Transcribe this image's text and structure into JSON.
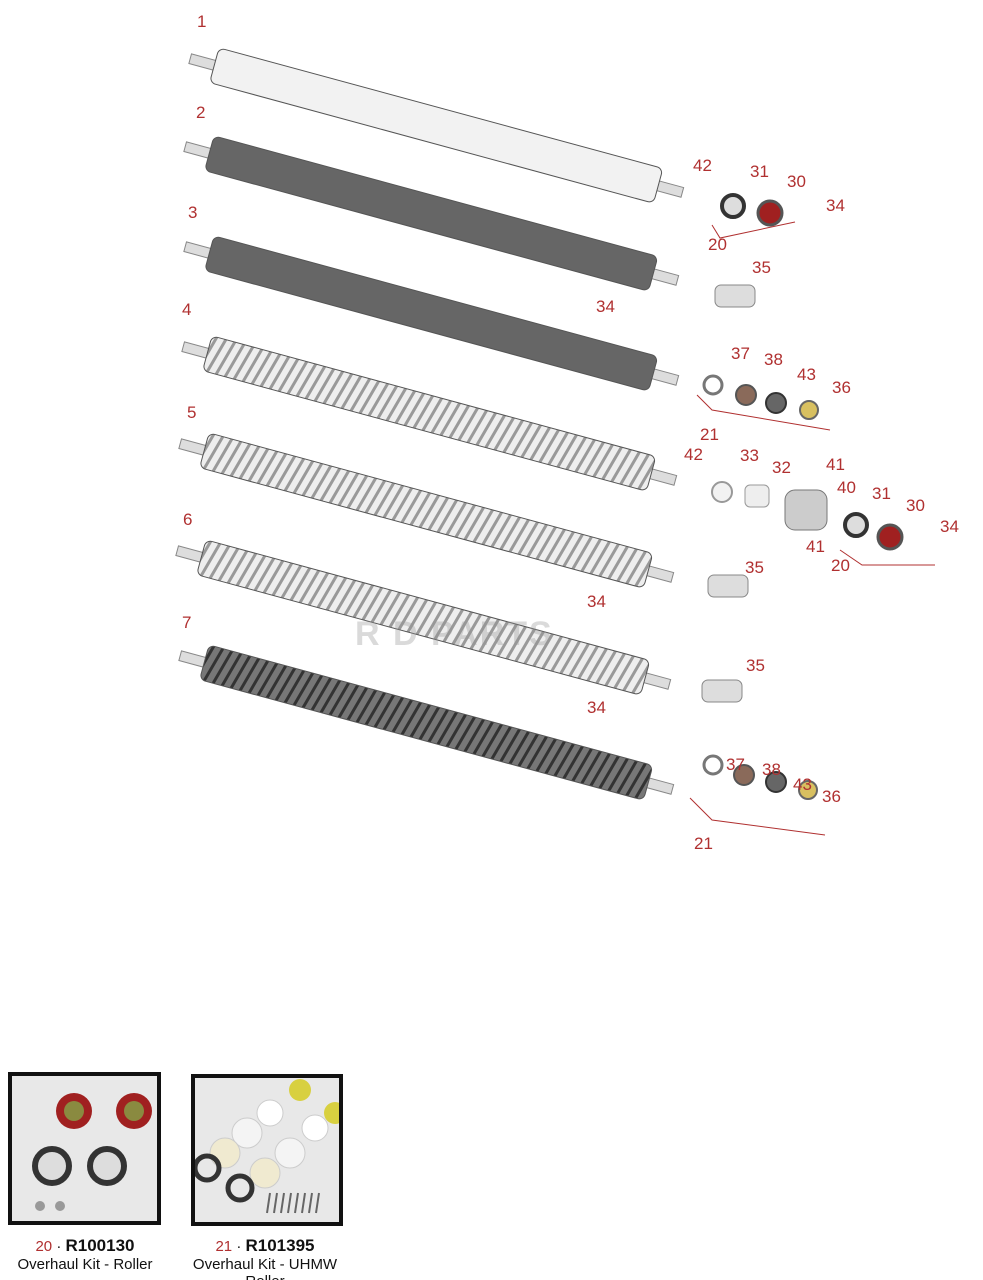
{
  "callouts": [
    "1",
    "2",
    "3",
    "4",
    "5",
    "6",
    "7",
    "42",
    "31",
    "30",
    "34",
    "20",
    "35",
    "34",
    "37",
    "38",
    "43",
    "36",
    "21",
    "42",
    "33",
    "32",
    "41",
    "40",
    "31",
    "30",
    "34",
    "41",
    "20",
    "35",
    "34",
    "35",
    "34",
    "37",
    "38",
    "43",
    "36",
    "21"
  ],
  "watermark": "R D PARTS",
  "kits": [
    {
      "ref": "20",
      "part_number": "R100130",
      "description": "Overhaul Kit - Roller"
    },
    {
      "ref": "21",
      "part_number": "R101395",
      "description": "Overhaul Kit - UHMW Roller"
    }
  ],
  "colors": {
    "callout": "#b03030",
    "seal_red": "#a02020",
    "brass": "#d8c060"
  }
}
